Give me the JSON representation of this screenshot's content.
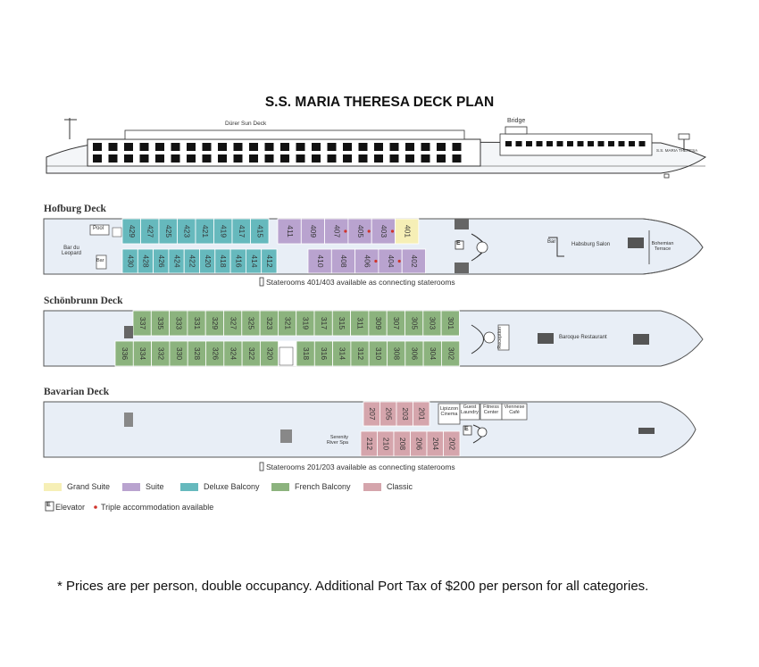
{
  "title": "S.S.  MARIA THERESA DECK PLAN",
  "ship_labels": {
    "sun_deck": "Dürer Sun Deck",
    "bridge": "Bridge",
    "name_small": "S.S. MARIA THERESA"
  },
  "colors": {
    "grand_suite": "#f6efb6",
    "suite": "#b9a3cf",
    "deluxe_balcony": "#66b9bd",
    "french_balcony": "#8cb37e",
    "classic": "#d5a5ac",
    "hull_fill": "#e8eef6",
    "outline": "#555555",
    "triple_dot": "#d0342c"
  },
  "decks": {
    "hofburg": {
      "name": "Hofburg Deck",
      "top_row": [
        {
          "num": "429",
          "cat": "deluxe_balcony"
        },
        {
          "num": "427",
          "cat": "deluxe_balcony"
        },
        {
          "num": "425",
          "cat": "deluxe_balcony"
        },
        {
          "num": "423",
          "cat": "deluxe_balcony"
        },
        {
          "num": "421",
          "cat": "deluxe_balcony"
        },
        {
          "num": "419",
          "cat": "deluxe_balcony"
        },
        {
          "num": "417",
          "cat": "deluxe_balcony"
        },
        {
          "num": "415",
          "cat": "deluxe_balcony"
        },
        {
          "num": "411",
          "cat": "suite"
        },
        {
          "num": "409",
          "cat": "suite"
        },
        {
          "num": "407",
          "cat": "suite",
          "triple": true
        },
        {
          "num": "405",
          "cat": "suite",
          "triple": true
        },
        {
          "num": "403",
          "cat": "suite",
          "triple": true
        },
        {
          "num": "401",
          "cat": "grand_suite"
        }
      ],
      "bottom_row": [
        {
          "num": "430",
          "cat": "deluxe_balcony"
        },
        {
          "num": "428",
          "cat": "deluxe_balcony"
        },
        {
          "num": "426",
          "cat": "deluxe_balcony"
        },
        {
          "num": "424",
          "cat": "deluxe_balcony"
        },
        {
          "num": "422",
          "cat": "deluxe_balcony"
        },
        {
          "num": "420",
          "cat": "deluxe_balcony"
        },
        {
          "num": "418",
          "cat": "deluxe_balcony"
        },
        {
          "num": "416",
          "cat": "deluxe_balcony"
        },
        {
          "num": "414",
          "cat": "deluxe_balcony"
        },
        {
          "num": "412",
          "cat": "deluxe_balcony"
        },
        {
          "num": "410",
          "cat": "suite"
        },
        {
          "num": "408",
          "cat": "suite"
        },
        {
          "num": "406",
          "cat": "suite",
          "triple": true
        },
        {
          "num": "404",
          "cat": "suite",
          "triple": true
        },
        {
          "num": "402",
          "cat": "suite"
        }
      ],
      "labels": {
        "pool": "Pool",
        "bar_du_leopard_1": "Bar du",
        "bar_du_leopard_2": "Leopard",
        "bar": "Bar",
        "bar2": "Bar",
        "salon": "Habsburg Salon",
        "terrace_1": "Bohemian",
        "terrace_2": "Terrace",
        "elevator": "E"
      },
      "note": "Staterooms 401/403 available as connecting staterooms"
    },
    "schonbrunn": {
      "name": "Schönbrunn Deck",
      "top_row": [
        "337",
        "335",
        "333",
        "331",
        "329",
        "327",
        "325",
        "323",
        "321",
        "319",
        "317",
        "315",
        "311",
        "309",
        "307",
        "305",
        "303",
        "301"
      ],
      "bottom_row": [
        "336",
        "334",
        "332",
        "330",
        "328",
        "326",
        "324",
        "322",
        "320",
        "",
        "318",
        "316",
        "314",
        "312",
        "310",
        "308",
        "306",
        "304",
        "302"
      ],
      "labels": {
        "reception": "Reception",
        "restaurant": "Baroque Restaurant"
      }
    },
    "bavarian": {
      "name": "Bavarian Deck",
      "top_row": [
        "207",
        "205",
        "203",
        "201"
      ],
      "bottom_row": [
        "212",
        "210",
        "208",
        "206",
        "204",
        "202"
      ],
      "labels": {
        "cinema_1": "Lipizzon",
        "cinema_2": "Cinema",
        "laundry_1": "Guest",
        "laundry_2": "Laundry",
        "fitness_1": "Fitness",
        "fitness_2": "Center",
        "cafe_1": "Viennese",
        "cafe_2": "Café",
        "spa_1": "Serenity",
        "spa_2": "River Spa",
        "elevator": "E"
      },
      "note": "Staterooms 201/203 available as connecting staterooms"
    }
  },
  "legend": [
    {
      "label": "Grand Suite",
      "cat": "grand_suite"
    },
    {
      "label": "Suite",
      "cat": "suite"
    },
    {
      "label": "Deluxe Balcony",
      "cat": "deluxe_balcony"
    },
    {
      "label": "French Balcony",
      "cat": "french_balcony"
    },
    {
      "label": "Classic",
      "cat": "classic"
    }
  ],
  "legend2": {
    "elevator_key": "E",
    "elevator": "Elevator",
    "triple": "Triple accommodation available"
  },
  "footnote": "* Prices are per person, double occupancy. Additional Port Tax of $200 per person for all categories."
}
